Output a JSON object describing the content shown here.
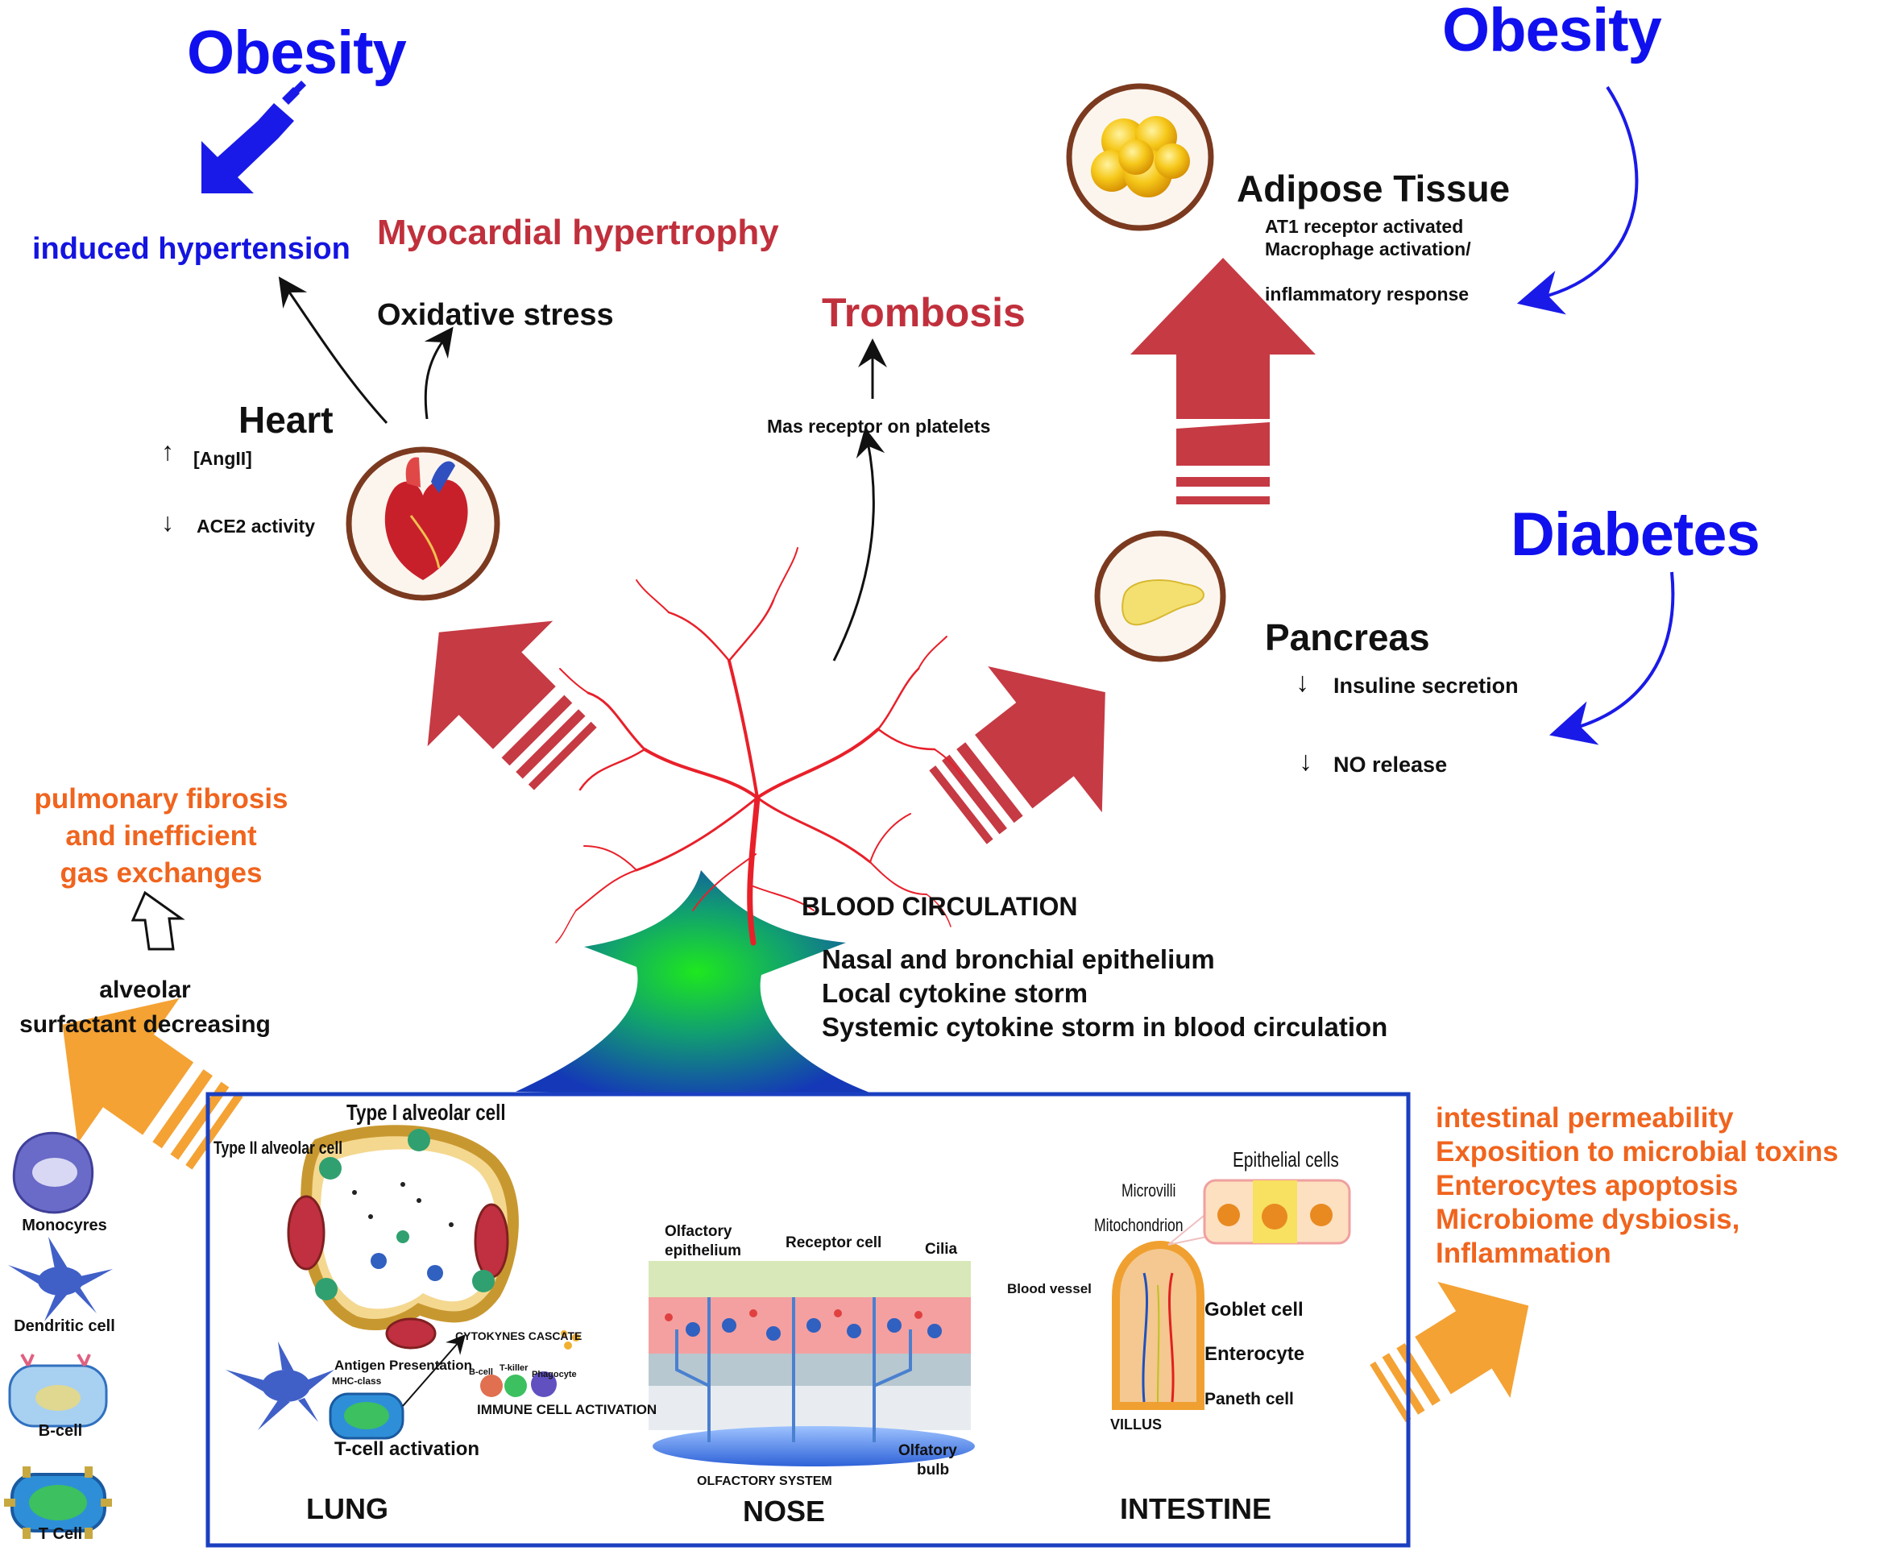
{
  "obesity_left": "Obesity",
  "obesity_right": "Obesity",
  "diabetes": "Diabetes",
  "induced_hypertension": "induced hypertension",
  "myocardial_hypertrophy": "Myocardial hypertrophy",
  "oxidative_stress": "Oxidative stress",
  "trombosis": "Trombosis",
  "mas_receptor": "Mas receptor on platelets",
  "heart": {
    "title": "Heart",
    "angii": "[AngII]",
    "ace2": "ACE2 activity",
    "arrow_up": "↑",
    "arrow_down": "↓"
  },
  "adipose": {
    "title": "Adipose Tissue",
    "line1": "AT1 receptor activated",
    "line2": "Macrophage activation/",
    "line3": "inflammatory response"
  },
  "pancreas": {
    "title": "Pancreas",
    "insuline": "Insuline secretion",
    "no_release": "NO release",
    "arrow_down": "↓"
  },
  "pulmonary": {
    "line1": "pulmonary fibrosis",
    "line2": "and inefficient",
    "line3": "gas exchanges"
  },
  "alveolar": {
    "line1": "alveolar",
    "line2": "surfactant decreasing"
  },
  "blood_circulation": "BLOOD CIRCULATION",
  "epithelium": {
    "line1": "Nasal and bronchial epithelium",
    "line2": "Local cytokine storm",
    "line3": "Systemic cytokine storm in blood circulation"
  },
  "intestinal_effects": {
    "line1": "intestinal permeability",
    "line2": "Exposition to microbial toxins",
    "line3": "Enterocytes apoptosis",
    "line4": "Microbiome dysbiosis,",
    "line5": "Inflammation"
  },
  "immune_cells": {
    "monocytes": "Monocyres",
    "dendritic": "Dendritic cell",
    "bcell": "B-cell",
    "tcell": "T Cell"
  },
  "lung": {
    "label": "LUNG",
    "type1": "Type I alveolar cell",
    "type2": "Type II alveolar cell",
    "cytokynes": "CYTOKYNES CASCATE",
    "antigen": "Antigen Presentation",
    "mhc": "MHC-class",
    "tcell_activation": "T-cell activation",
    "immune_activation": "IMMUNE CELL ACTIVATION",
    "bcell": "B-cell",
    "tkiller": "T-killer",
    "phagocyte": "Phagocyte"
  },
  "nose": {
    "label": "NOSE",
    "olfactory_epithelium_1": "Olfactory",
    "olfactory_epithelium_2": "epithelium",
    "receptor_cell": "Receptor cell",
    "cilia": "Cilia",
    "olfactory_system": "OLFACTORY SYSTEM",
    "bulb_1": "Olfatory",
    "bulb_2": "bulb"
  },
  "intestine": {
    "label": "INTESTINE",
    "epithelial_cells": "Epithelial cells",
    "microvilli": "Microvilli",
    "mitochondrion": "Mitochondrion",
    "blood_vessel": "Blood vessel",
    "goblet": "Goblet cell",
    "enterocyte": "Enterocyte",
    "paneth": "Paneth cell",
    "villus": "VILLUS"
  },
  "colors": {
    "blue": "#1010ee",
    "red_arrow": "#c63a44",
    "orange": "#f0641e",
    "orange_arrow": "#f4a234",
    "vessel_red": "#e8202a",
    "box_blue": "#1a3fc0"
  }
}
